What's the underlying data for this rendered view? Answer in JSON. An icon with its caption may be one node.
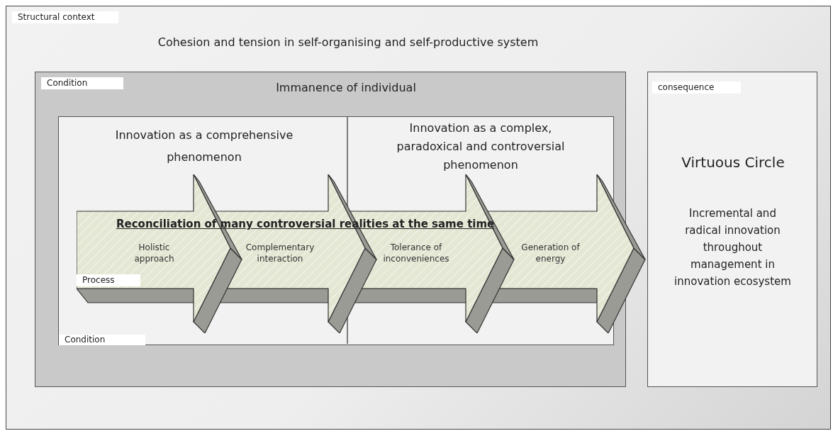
{
  "diagram": {
    "nodes": [
      {
        "text": [
          "Structural context",
          "Cohesion and tension in self-organising and self-productive system"
        ]
      },
      {
        "text": [
          "Condition",
          "Immanence of individual"
        ],
        "in": 0
      },
      {
        "text": [
          "Condition"
        ],
        "in": 1
      },
      {
        "text": [
          "Innovation as a comprehensive phenomenon"
        ],
        "in": 2
      },
      {
        "text": [
          "Innovation as a complex, paradoxical and controversial phenomenon"
        ],
        "in": 2
      },
      {
        "text": [
          "Reconciliation of many controversial realities at the same time",
          "Holistic approach",
          "Complementary interaction",
          "Tolerance of inconveniences",
          "Generation of energy",
          "Process"
        ],
        "in": 1
      },
      {
        "text": [
          "consequence",
          "Virtuous Circle",
          "Incremental and radical innovation throughout management in innovation ecosystem"
        ],
        "in": 0
      }
    ]
  }
}
